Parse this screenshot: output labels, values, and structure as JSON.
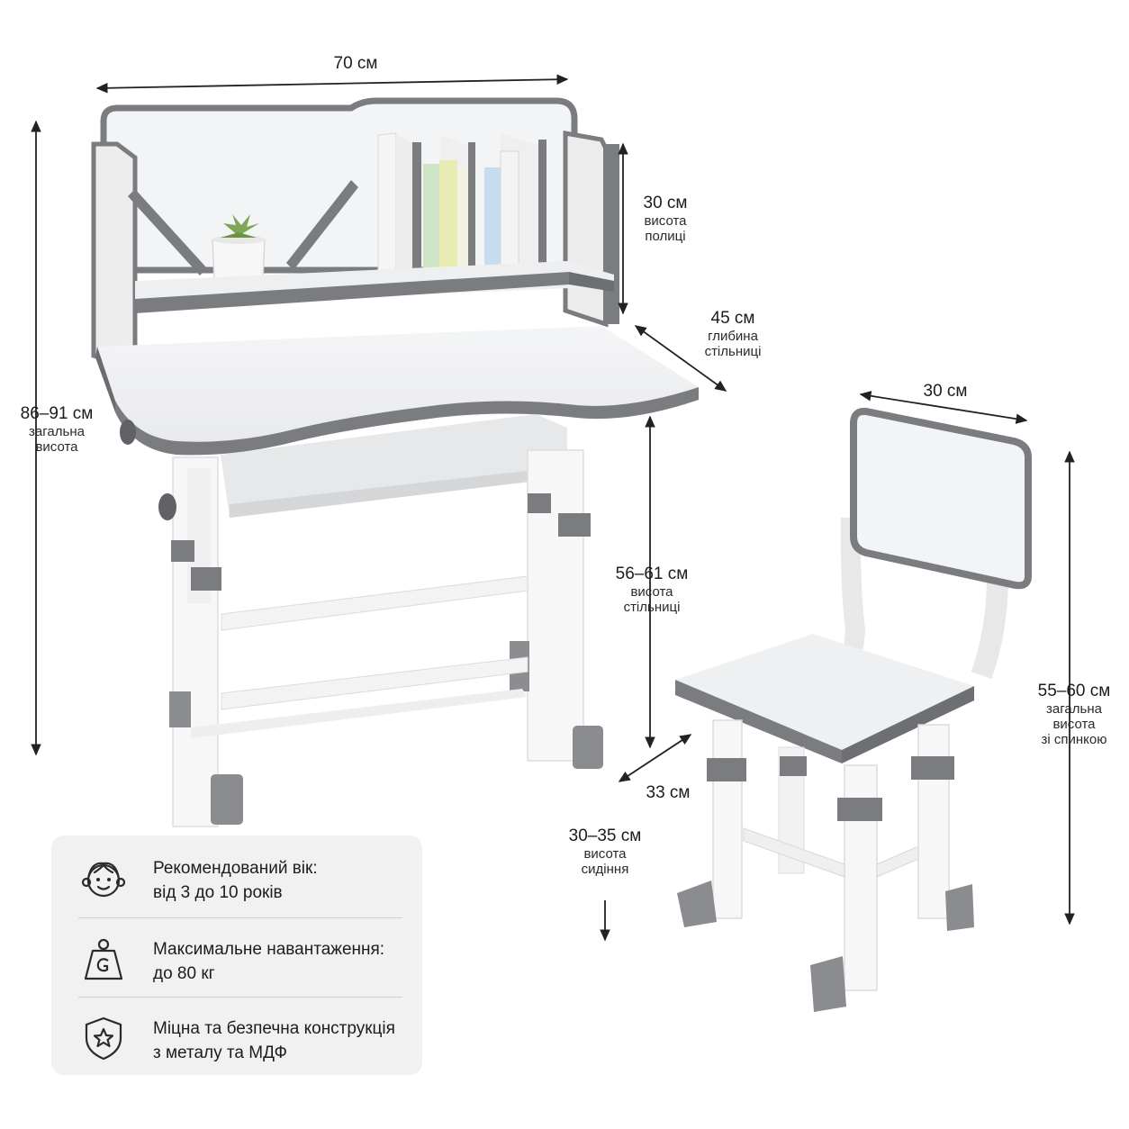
{
  "dimensions": {
    "desk_width": {
      "value": "70 см"
    },
    "total_height": {
      "value": "86–91 см",
      "sub": [
        "загальна",
        "висота"
      ]
    },
    "shelf_height": {
      "value": "30 см",
      "sub": [
        "висота",
        "полиці"
      ]
    },
    "desk_depth": {
      "value": "45 см",
      "sub": [
        "глибина",
        "стільниці"
      ]
    },
    "tabletop_height": {
      "value": "56–61 см",
      "sub": [
        "висота",
        "стільниці"
      ]
    },
    "chair_width": {
      "value": "30 см"
    },
    "chair_depth": {
      "value": "33 см"
    },
    "seat_height": {
      "value": "30–35 см",
      "sub": [
        "висота",
        "сидіння"
      ]
    },
    "chair_height": {
      "value": "55–60 см",
      "sub": [
        "загальна",
        "висота",
        "зі спинкою"
      ]
    }
  },
  "features": [
    {
      "icon": "child-face-icon",
      "lines": [
        "Рекомендований вік:",
        "від 3 до 10 років"
      ]
    },
    {
      "icon": "weight-icon",
      "lines": [
        "Максимальне навантаження:",
        "до 80 кг"
      ]
    },
    {
      "icon": "shield-star-icon",
      "lines": [
        "Міцна та безпечна конструкція",
        "з металу та МДФ"
      ]
    }
  ],
  "colors": {
    "frame": "#7a7c7f",
    "panel": "#f2f3f4",
    "metal": "#f7f7f7",
    "box": "#f1f1f1"
  }
}
